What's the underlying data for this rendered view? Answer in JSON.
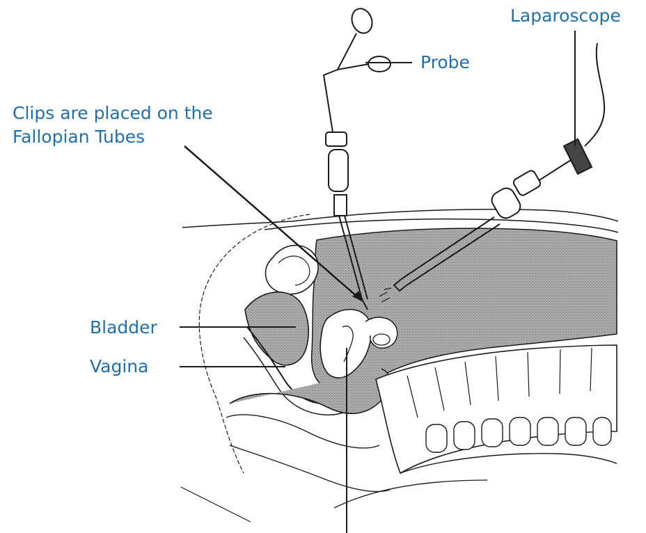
{
  "labels": {
    "laparoscope": "Laparoscope",
    "probe": "Probe",
    "clips_line1": "Clips are placed on the",
    "clips_line2": "Fallopian Tubes",
    "bladder": "Bladder",
    "vagina": "Vagina"
  },
  "colors": {
    "label_text": "#1f6fae",
    "drawing_stroke": "#1a1a1a",
    "cavity_fill": "#9a9a9a"
  }
}
